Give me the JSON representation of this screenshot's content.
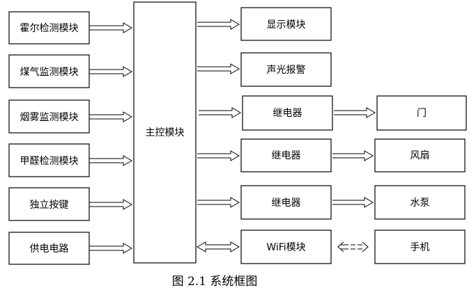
{
  "diagram": {
    "sensors": [
      {
        "label": "霍尔检测模块"
      },
      {
        "label": "煤气监测模块"
      },
      {
        "label": "烟雾监测模块"
      },
      {
        "label": "甲醛检测模块"
      },
      {
        "label": "独立按键"
      },
      {
        "label": "供电电路"
      }
    ],
    "controller": {
      "label": "主控模块"
    },
    "outputs": [
      {
        "label": "显示模块"
      },
      {
        "label": "声光报警"
      },
      {
        "label": "继电器"
      },
      {
        "label": "继电器"
      },
      {
        "label": "继电器"
      },
      {
        "label": "WiFi模块"
      }
    ],
    "devices": [
      {
        "label": "门"
      },
      {
        "label": "风扇"
      },
      {
        "label": "水泵"
      },
      {
        "label": "手机"
      }
    ],
    "caption": "图 2.1  系统框图"
  }
}
